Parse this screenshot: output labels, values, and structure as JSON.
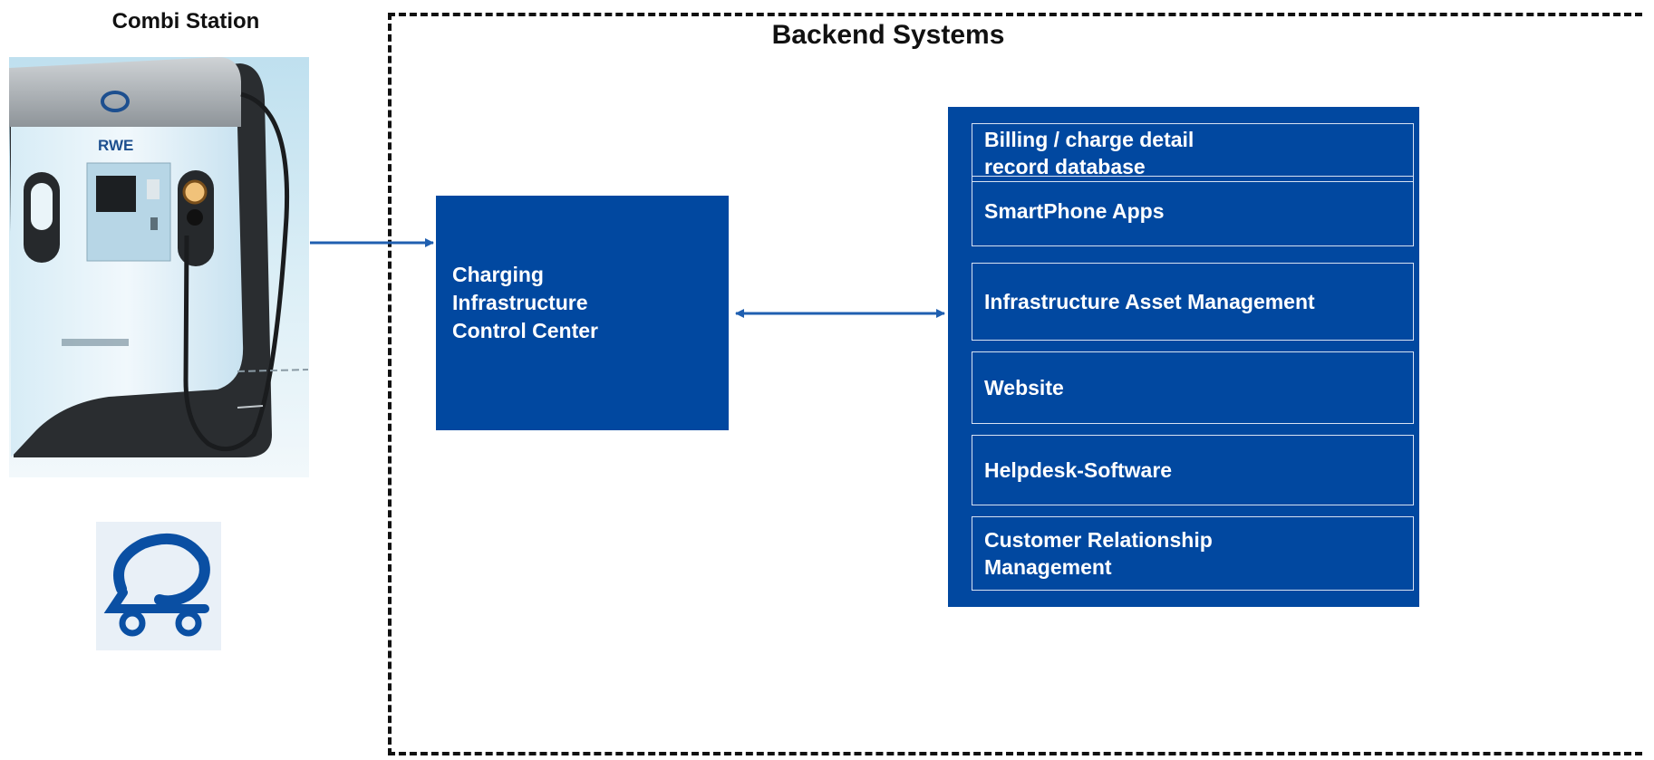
{
  "station": {
    "title": "Combi Station",
    "brand_text": "RWE"
  },
  "backend": {
    "title": "Backend Systems"
  },
  "control_center": {
    "label": "Charging\nInfrastructure\nControl Center"
  },
  "systems": [
    {
      "label": "Billing / charge detail\nrecord database"
    },
    {
      "label": "SmartPhone Apps"
    },
    {
      "label": "Infrastructure Asset Management"
    },
    {
      "label": "Website"
    },
    {
      "label": "Helpdesk-Software"
    },
    {
      "label": "Customer Relationship\nManagement"
    }
  ],
  "colors": {
    "brand_blue": "#0148a0",
    "arrow_blue": "#1f5fb0"
  }
}
